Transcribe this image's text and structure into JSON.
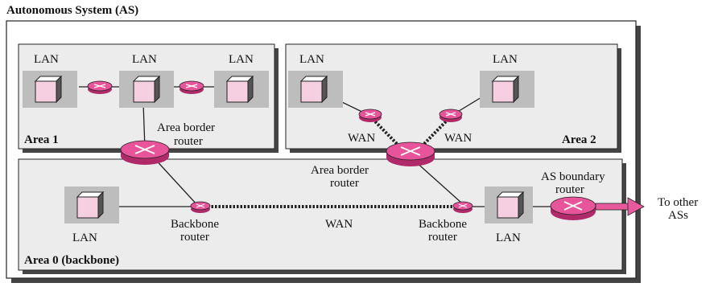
{
  "title": "Autonomous System (AS)",
  "areas": {
    "area1": "Area 1",
    "area2": "Area 2",
    "area0": "Area 0 (backbone)"
  },
  "labels": {
    "lan": "LAN",
    "wan": "WAN",
    "area_border_router_line1": "Area border",
    "area_border_router_line2": "router",
    "backbone_router_line1": "Backbone",
    "backbone_router_line2": "router",
    "as_boundary_router_line1": "AS boundary",
    "as_boundary_router_line2": "router",
    "to_other_line1": "To other",
    "to_other_line2": "ASs"
  },
  "colors": {
    "router": "#e8549a",
    "router_dark": "#b02a6a",
    "lan_bg": "#bdbdbd",
    "host": "#f6cfe0",
    "area_bg": "#ececec",
    "arrow": "#e85a9c"
  }
}
